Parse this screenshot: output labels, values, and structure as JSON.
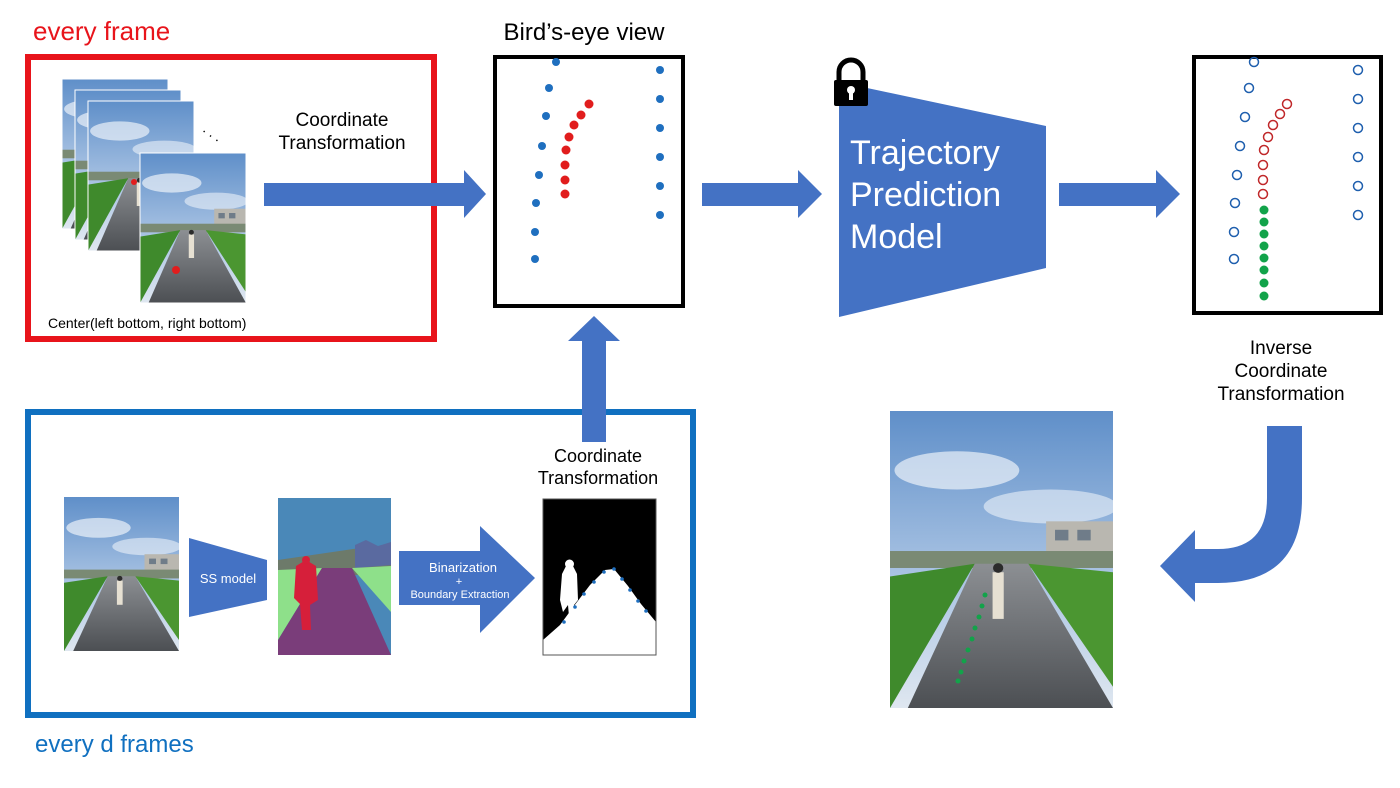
{
  "labels": {
    "every_frame": "every frame",
    "every_d_frames": "every d frames",
    "birds_eye_view": "Bird’s-eye view",
    "coord_transform_top": "Coordinate\nTransformation",
    "coord_transform_bottom": "Coordinate\nTransformation",
    "center_caption": "Center(left bottom, right bottom)",
    "trajectory_model": "Trajectory\nPrediction\nModel",
    "inverse_transform": "Inverse\nCoordinate\nTransformation",
    "ss_model": "SS model",
    "binarization": "Binarization",
    "plus": "+",
    "boundary_extraction": "Boundary Extraction",
    "ellipsis": ". . ."
  },
  "colors": {
    "frame_red": "#e8141b",
    "frame_blue": "#1070c0",
    "arrow_blue": "#4472c4",
    "dot_blue": "#1f6fbf",
    "dot_red": "#e11d1d",
    "dot_green": "#12a34a",
    "label_red": "#e8141b",
    "label_blue": "#1070c0"
  },
  "icons": {
    "lock": "lock-icon"
  }
}
